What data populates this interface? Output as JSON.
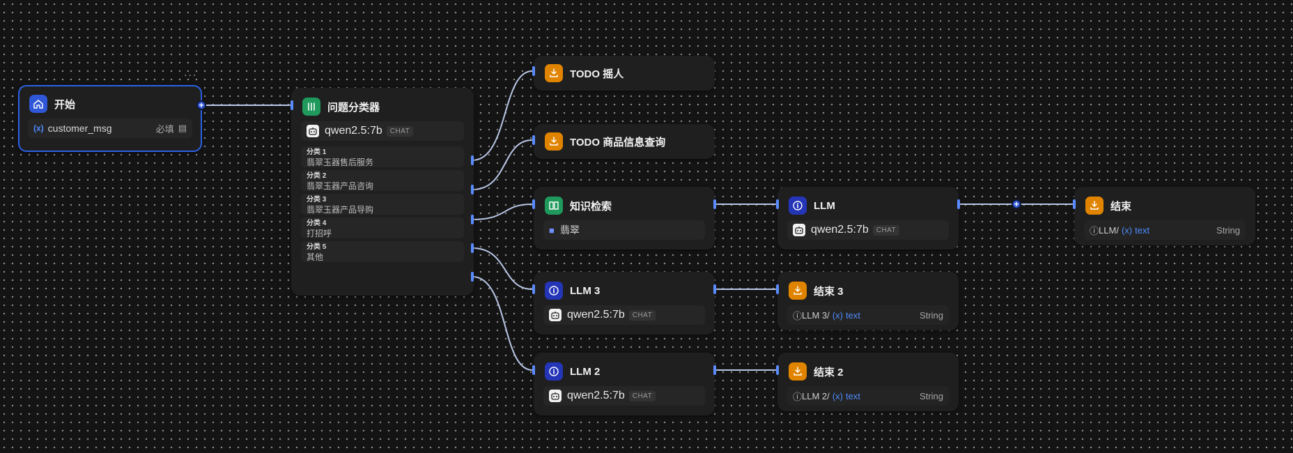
{
  "nodes": {
    "start": {
      "title": "开始",
      "var_name": "customer_msg",
      "required": "必填",
      "var_symbol": "(x)",
      "menu": "..."
    },
    "classifier": {
      "title": "问题分类器",
      "model": "qwen2.5:7b",
      "badge": "CHAT",
      "classes": [
        {
          "label": "分类 1",
          "value": "翡翠玉器售后服务"
        },
        {
          "label": "分类 2",
          "value": "翡翠玉器产品咨询"
        },
        {
          "label": "分类 3",
          "value": "翡翠玉器产品导购"
        },
        {
          "label": "分类 4",
          "value": "打招呼"
        },
        {
          "label": "分类 5",
          "value": "其他"
        }
      ]
    },
    "todo_human": {
      "title": "TODO 摇人"
    },
    "todo_query": {
      "title": "TODO 商品信息查询"
    },
    "knowledge": {
      "title": "知识检索",
      "dataset": "翡翠"
    },
    "llm": {
      "title": "LLM",
      "model": "qwen2.5:7b",
      "badge": "CHAT"
    },
    "llm3": {
      "title": "LLM 3",
      "model": "qwen2.5:7b",
      "badge": "CHAT"
    },
    "llm2": {
      "title": "LLM 2",
      "model": "qwen2.5:7b",
      "badge": "CHAT"
    },
    "end": {
      "title": "结束",
      "ref_source": "LLM",
      "ref_var": "text",
      "type": "String"
    },
    "end3": {
      "title": "结束 3",
      "ref_source": "LLM 3",
      "ref_var": "text",
      "type": "String"
    },
    "end2": {
      "title": "结束 2",
      "ref_source": "LLM 2",
      "ref_var": "text",
      "type": "String"
    }
  },
  "colors": {
    "background": "#141414",
    "node": "#1f1f1f",
    "accent_blue": "#2f57d8",
    "edge": "#b9c6e6",
    "start_icon": "#2f57d8",
    "classifier_icon": "#1f9a5c",
    "end_icon": "#e08400",
    "llm_icon": "#2535b8"
  },
  "icons": {
    "start": "home-icon",
    "classifier": "split-icon",
    "todo": "download-icon",
    "knowledge": "book-icon",
    "llm": "info-icon",
    "end": "download-icon",
    "model": "robot-icon",
    "dataset": "folder-icon"
  }
}
